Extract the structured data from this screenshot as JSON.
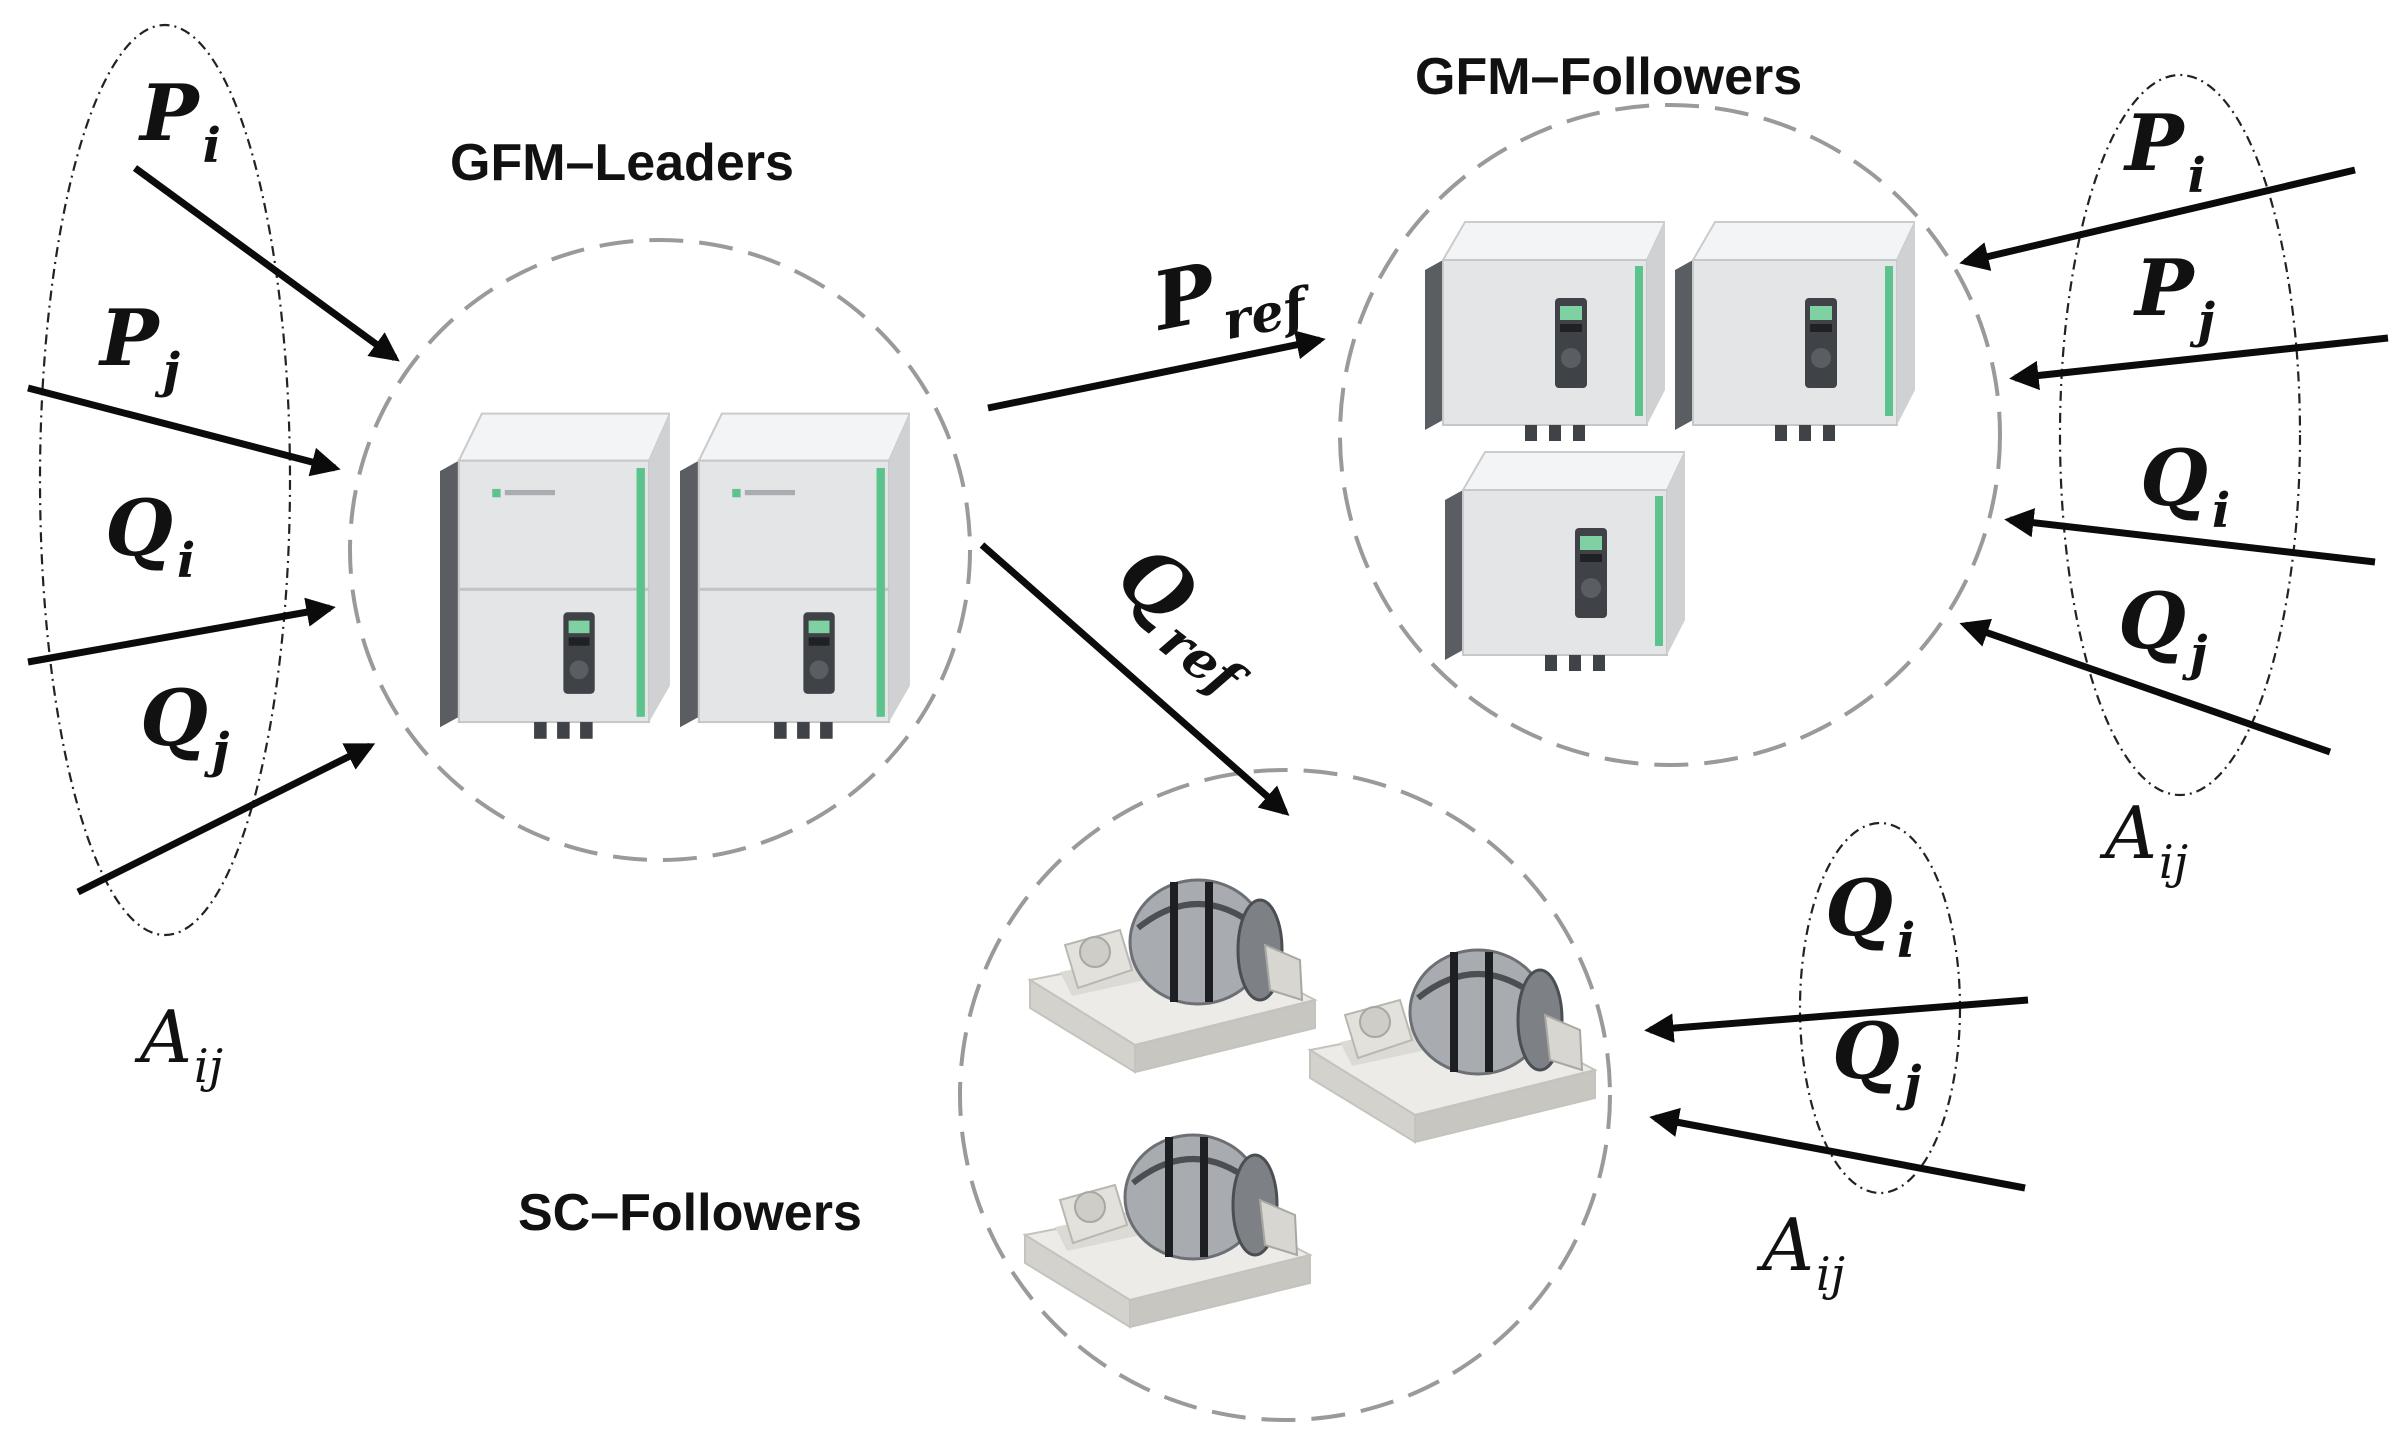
{
  "groups": {
    "gfm_leaders": {
      "label": "GFM–Leaders"
    },
    "gfm_followers": {
      "label": "GFM–Followers"
    },
    "sc_followers": {
      "label": "SC–Followers"
    }
  },
  "signals": {
    "p_main": "P",
    "q_main": "Q",
    "i_sub": "i",
    "j_sub": "j",
    "ref_sub": "ref",
    "a_main": "A",
    "ij_sub": "ij"
  },
  "colors": {
    "inverter_body": "#e4e5e6",
    "inverter_stripe": "#5cc38c",
    "drum": "#a8acb0",
    "arrow": "#0b0b0b",
    "boundary": "#9a9a9a"
  },
  "icons": {
    "inverter": "grid-forming-inverter-icon",
    "condenser": "synchronous-condenser-icon"
  }
}
